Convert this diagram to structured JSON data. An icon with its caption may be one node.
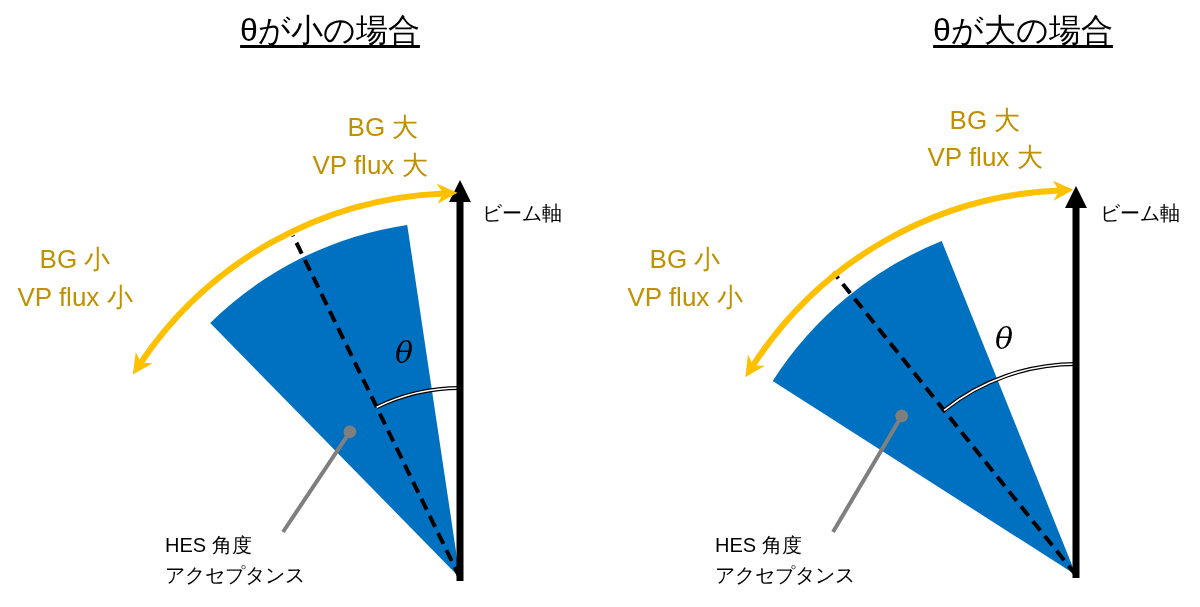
{
  "diagram": {
    "nodes": [
      {
        "text": [],
        "shape": "sector"
      },
      {
        "text": [
          "HES 角度",
          "アクセプタンス"
        ]
      },
      {
        "text": [],
        "shape": "sector"
      },
      {
        "text": [
          "HES 角度",
          "アクセプタンス"
        ]
      }
    ],
    "edges": [
      {
        "from": 1,
        "to": 0,
        "arrow": "other"
      },
      {
        "from": 3,
        "to": 2,
        "arrow": "other"
      }
    ],
    "labels": [
      "θが小の場合",
      "BG 大",
      "VP flux 大",
      "ビーム軸",
      "BG 小",
      "VP flux 小",
      "θ",
      "θが大の場合",
      "BG 大",
      "VP flux 大",
      "ビーム軸",
      "BG 小",
      "VP flux 小",
      "θ"
    ]
  }
}
